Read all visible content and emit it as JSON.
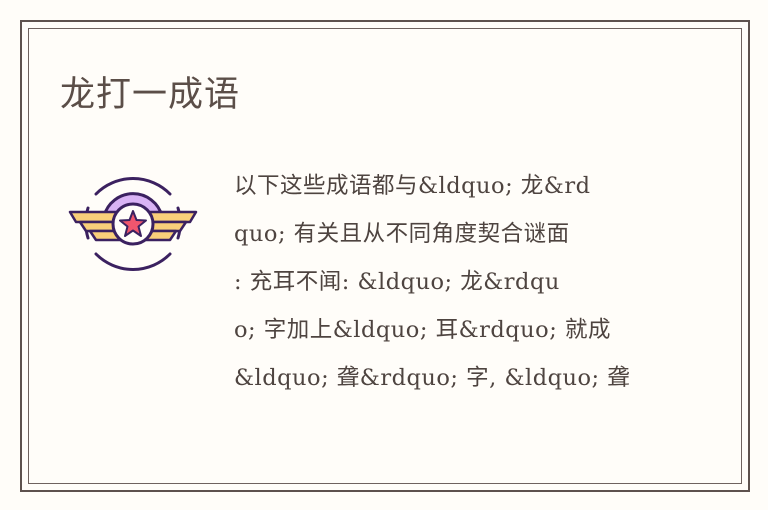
{
  "title": "龙打一成语",
  "icon": "winged-star-badge-icon",
  "colors": {
    "border": "#5e524e",
    "text": "#4e4440",
    "wing": "#f9cf7a",
    "circle": "#d9b3f5",
    "star": "#f0566e",
    "outline": "#3b2160"
  },
  "body_lines": [
    "以下这些成语都与&ldquo; 龙&rd",
    "quo; 有关且从不同角度契合谜面",
    ":  充耳不闻:  &ldquo; 龙&rdqu",
    "o; 字加上&ldquo; 耳&rdquo; 就成",
    "&ldquo; 聋&rdquo; 字, &ldquo; 聋"
  ]
}
